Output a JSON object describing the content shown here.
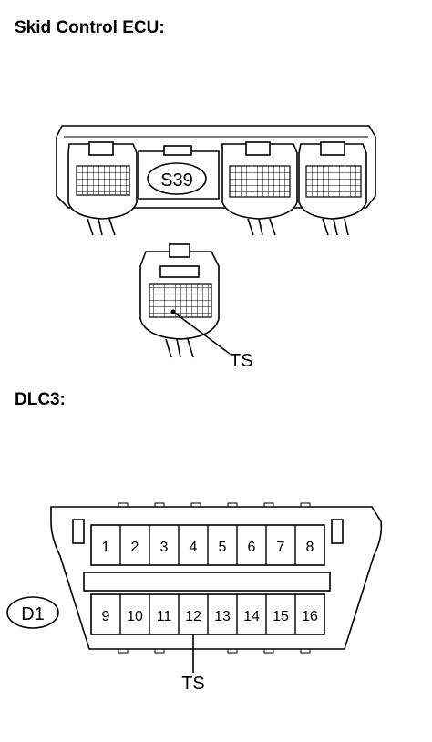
{
  "ecu": {
    "heading": "Skid Control ECU:",
    "connector_id": "S39",
    "terminal_label": "TS"
  },
  "dlc": {
    "heading": "DLC3:",
    "connector_id": "D1",
    "terminal_label": "TS",
    "top_row_pins": [
      "1",
      "2",
      "3",
      "4",
      "5",
      "6",
      "7",
      "8"
    ],
    "bottom_row_pins": [
      "9",
      "10",
      "11",
      "12",
      "13",
      "14",
      "15",
      "16"
    ]
  }
}
